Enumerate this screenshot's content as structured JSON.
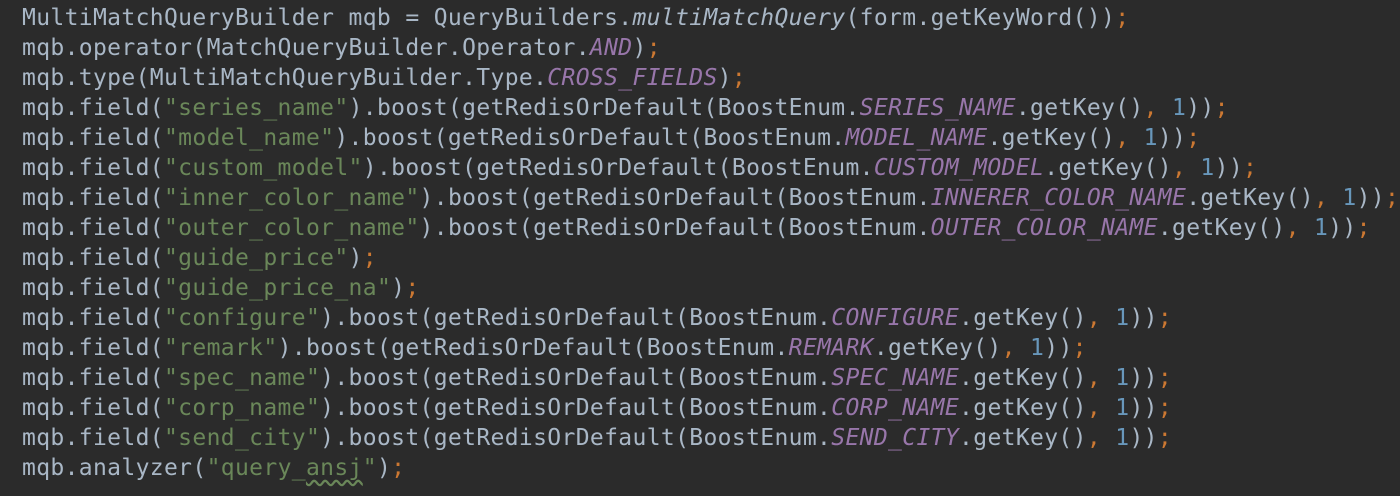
{
  "editor": {
    "lines": [
      [
        {
          "t": "MultiMatchQueryBuilder mqb = QueryBuilders.",
          "c": ""
        },
        {
          "t": "multiMatchQuery",
          "c": "meth-it"
        },
        {
          "t": "(form.getKeyWord())",
          "c": ""
        },
        {
          "t": ";",
          "c": "kw"
        }
      ],
      [
        {
          "t": "mqb.operator(MatchQueryBuilder.Operator.",
          "c": ""
        },
        {
          "t": "AND",
          "c": "const"
        },
        {
          "t": ")",
          "c": ""
        },
        {
          "t": ";",
          "c": "kw"
        }
      ],
      [
        {
          "t": "mqb.type(MultiMatchQueryBuilder.Type.",
          "c": ""
        },
        {
          "t": "CROSS_FIELDS",
          "c": "const"
        },
        {
          "t": ")",
          "c": ""
        },
        {
          "t": ";",
          "c": "kw"
        }
      ],
      [
        {
          "t": "mqb.field(",
          "c": ""
        },
        {
          "t": "\"series_name\"",
          "c": "str"
        },
        {
          "t": ").boost(getRedisOrDefault(BoostEnum.",
          "c": ""
        },
        {
          "t": "SERIES_NAME",
          "c": "const"
        },
        {
          "t": ".getKey()",
          "c": ""
        },
        {
          "t": ", ",
          "c": "kw"
        },
        {
          "t": "1",
          "c": "num"
        },
        {
          "t": "))",
          "c": ""
        },
        {
          "t": ";",
          "c": "kw"
        }
      ],
      [
        {
          "t": "mqb.field(",
          "c": ""
        },
        {
          "t": "\"model_name\"",
          "c": "str"
        },
        {
          "t": ").boost(getRedisOrDefault(BoostEnum.",
          "c": ""
        },
        {
          "t": "MODEL_NAME",
          "c": "const"
        },
        {
          "t": ".getKey()",
          "c": ""
        },
        {
          "t": ", ",
          "c": "kw"
        },
        {
          "t": "1",
          "c": "num"
        },
        {
          "t": "))",
          "c": ""
        },
        {
          "t": ";",
          "c": "kw"
        }
      ],
      [
        {
          "t": "mqb.field(",
          "c": ""
        },
        {
          "t": "\"custom_model\"",
          "c": "str"
        },
        {
          "t": ").boost(getRedisOrDefault(BoostEnum.",
          "c": ""
        },
        {
          "t": "CUSTOM_MODEL",
          "c": "const"
        },
        {
          "t": ".getKey()",
          "c": ""
        },
        {
          "t": ", ",
          "c": "kw"
        },
        {
          "t": "1",
          "c": "num"
        },
        {
          "t": "))",
          "c": ""
        },
        {
          "t": ";",
          "c": "kw"
        }
      ],
      [
        {
          "t": "mqb.field(",
          "c": ""
        },
        {
          "t": "\"inner_color_name\"",
          "c": "str"
        },
        {
          "t": ").boost(getRedisOrDefault(BoostEnum.",
          "c": ""
        },
        {
          "t": "INNERER_COLOR_NAME",
          "c": "const"
        },
        {
          "t": ".getKey()",
          "c": ""
        },
        {
          "t": ", ",
          "c": "kw"
        },
        {
          "t": "1",
          "c": "num"
        },
        {
          "t": "))",
          "c": ""
        },
        {
          "t": ";",
          "c": "kw"
        }
      ],
      [
        {
          "t": "mqb.field(",
          "c": ""
        },
        {
          "t": "\"outer_color_name\"",
          "c": "str"
        },
        {
          "t": ").boost(getRedisOrDefault(BoostEnum.",
          "c": ""
        },
        {
          "t": "OUTER_COLOR_NAME",
          "c": "const"
        },
        {
          "t": ".getKey()",
          "c": ""
        },
        {
          "t": ", ",
          "c": "kw"
        },
        {
          "t": "1",
          "c": "num"
        },
        {
          "t": "))",
          "c": ""
        },
        {
          "t": ";",
          "c": "kw"
        }
      ],
      [
        {
          "t": "mqb.field(",
          "c": ""
        },
        {
          "t": "\"guide_price\"",
          "c": "str"
        },
        {
          "t": ")",
          "c": ""
        },
        {
          "t": ";",
          "c": "kw"
        }
      ],
      [
        {
          "t": "mqb.field(",
          "c": ""
        },
        {
          "t": "\"guide_price_na\"",
          "c": "str"
        },
        {
          "t": ")",
          "c": ""
        },
        {
          "t": ";",
          "c": "kw"
        }
      ],
      [
        {
          "t": "mqb.field(",
          "c": ""
        },
        {
          "t": "\"configure\"",
          "c": "str"
        },
        {
          "t": ").boost(getRedisOrDefault(BoostEnum.",
          "c": ""
        },
        {
          "t": "CONFIGURE",
          "c": "const"
        },
        {
          "t": ".getKey()",
          "c": ""
        },
        {
          "t": ", ",
          "c": "kw"
        },
        {
          "t": "1",
          "c": "num"
        },
        {
          "t": "))",
          "c": ""
        },
        {
          "t": ";",
          "c": "kw"
        }
      ],
      [
        {
          "t": "mqb.field(",
          "c": ""
        },
        {
          "t": "\"remark\"",
          "c": "str"
        },
        {
          "t": ").boost(getRedisOrDefault(BoostEnum.",
          "c": ""
        },
        {
          "t": "REMARK",
          "c": "const"
        },
        {
          "t": ".getKey()",
          "c": ""
        },
        {
          "t": ", ",
          "c": "kw"
        },
        {
          "t": "1",
          "c": "num"
        },
        {
          "t": "))",
          "c": ""
        },
        {
          "t": ";",
          "c": "kw"
        }
      ],
      [
        {
          "t": "mqb.field(",
          "c": ""
        },
        {
          "t": "\"spec_name\"",
          "c": "str"
        },
        {
          "t": ").boost(getRedisOrDefault(BoostEnum.",
          "c": ""
        },
        {
          "t": "SPEC_NAME",
          "c": "const"
        },
        {
          "t": ".getKey()",
          "c": ""
        },
        {
          "t": ", ",
          "c": "kw"
        },
        {
          "t": "1",
          "c": "num"
        },
        {
          "t": "))",
          "c": ""
        },
        {
          "t": ";",
          "c": "kw"
        }
      ],
      [
        {
          "t": "mqb.field(",
          "c": ""
        },
        {
          "t": "\"corp_name\"",
          "c": "str"
        },
        {
          "t": ").boost(getRedisOrDefault(BoostEnum.",
          "c": ""
        },
        {
          "t": "CORP_NAME",
          "c": "const"
        },
        {
          "t": ".getKey()",
          "c": ""
        },
        {
          "t": ", ",
          "c": "kw"
        },
        {
          "t": "1",
          "c": "num"
        },
        {
          "t": "))",
          "c": ""
        },
        {
          "t": ";",
          "c": "kw"
        }
      ],
      [
        {
          "t": "mqb.field(",
          "c": ""
        },
        {
          "t": "\"send_city\"",
          "c": "str"
        },
        {
          "t": ").boost(getRedisOrDefault(BoostEnum.",
          "c": ""
        },
        {
          "t": "SEND_CITY",
          "c": "const"
        },
        {
          "t": ".getKey()",
          "c": ""
        },
        {
          "t": ", ",
          "c": "kw"
        },
        {
          "t": "1",
          "c": "num"
        },
        {
          "t": "))",
          "c": ""
        },
        {
          "t": ";",
          "c": "kw"
        }
      ],
      [
        {
          "t": "mqb.analyzer(",
          "c": ""
        },
        {
          "t": "\"query_",
          "c": "str"
        },
        {
          "t": "ansj",
          "c": "str typo"
        },
        {
          "t": "\"",
          "c": "str"
        },
        {
          "t": ")",
          "c": ""
        },
        {
          "t": ";",
          "c": "kw"
        }
      ]
    ]
  },
  "colors": {
    "background": "#2b2b2b",
    "default_text": "#a9b7c6",
    "string": "#6a8759",
    "number": "#6897bb",
    "keyword_punct": "#cc7832",
    "constant": "#9876aa"
  }
}
